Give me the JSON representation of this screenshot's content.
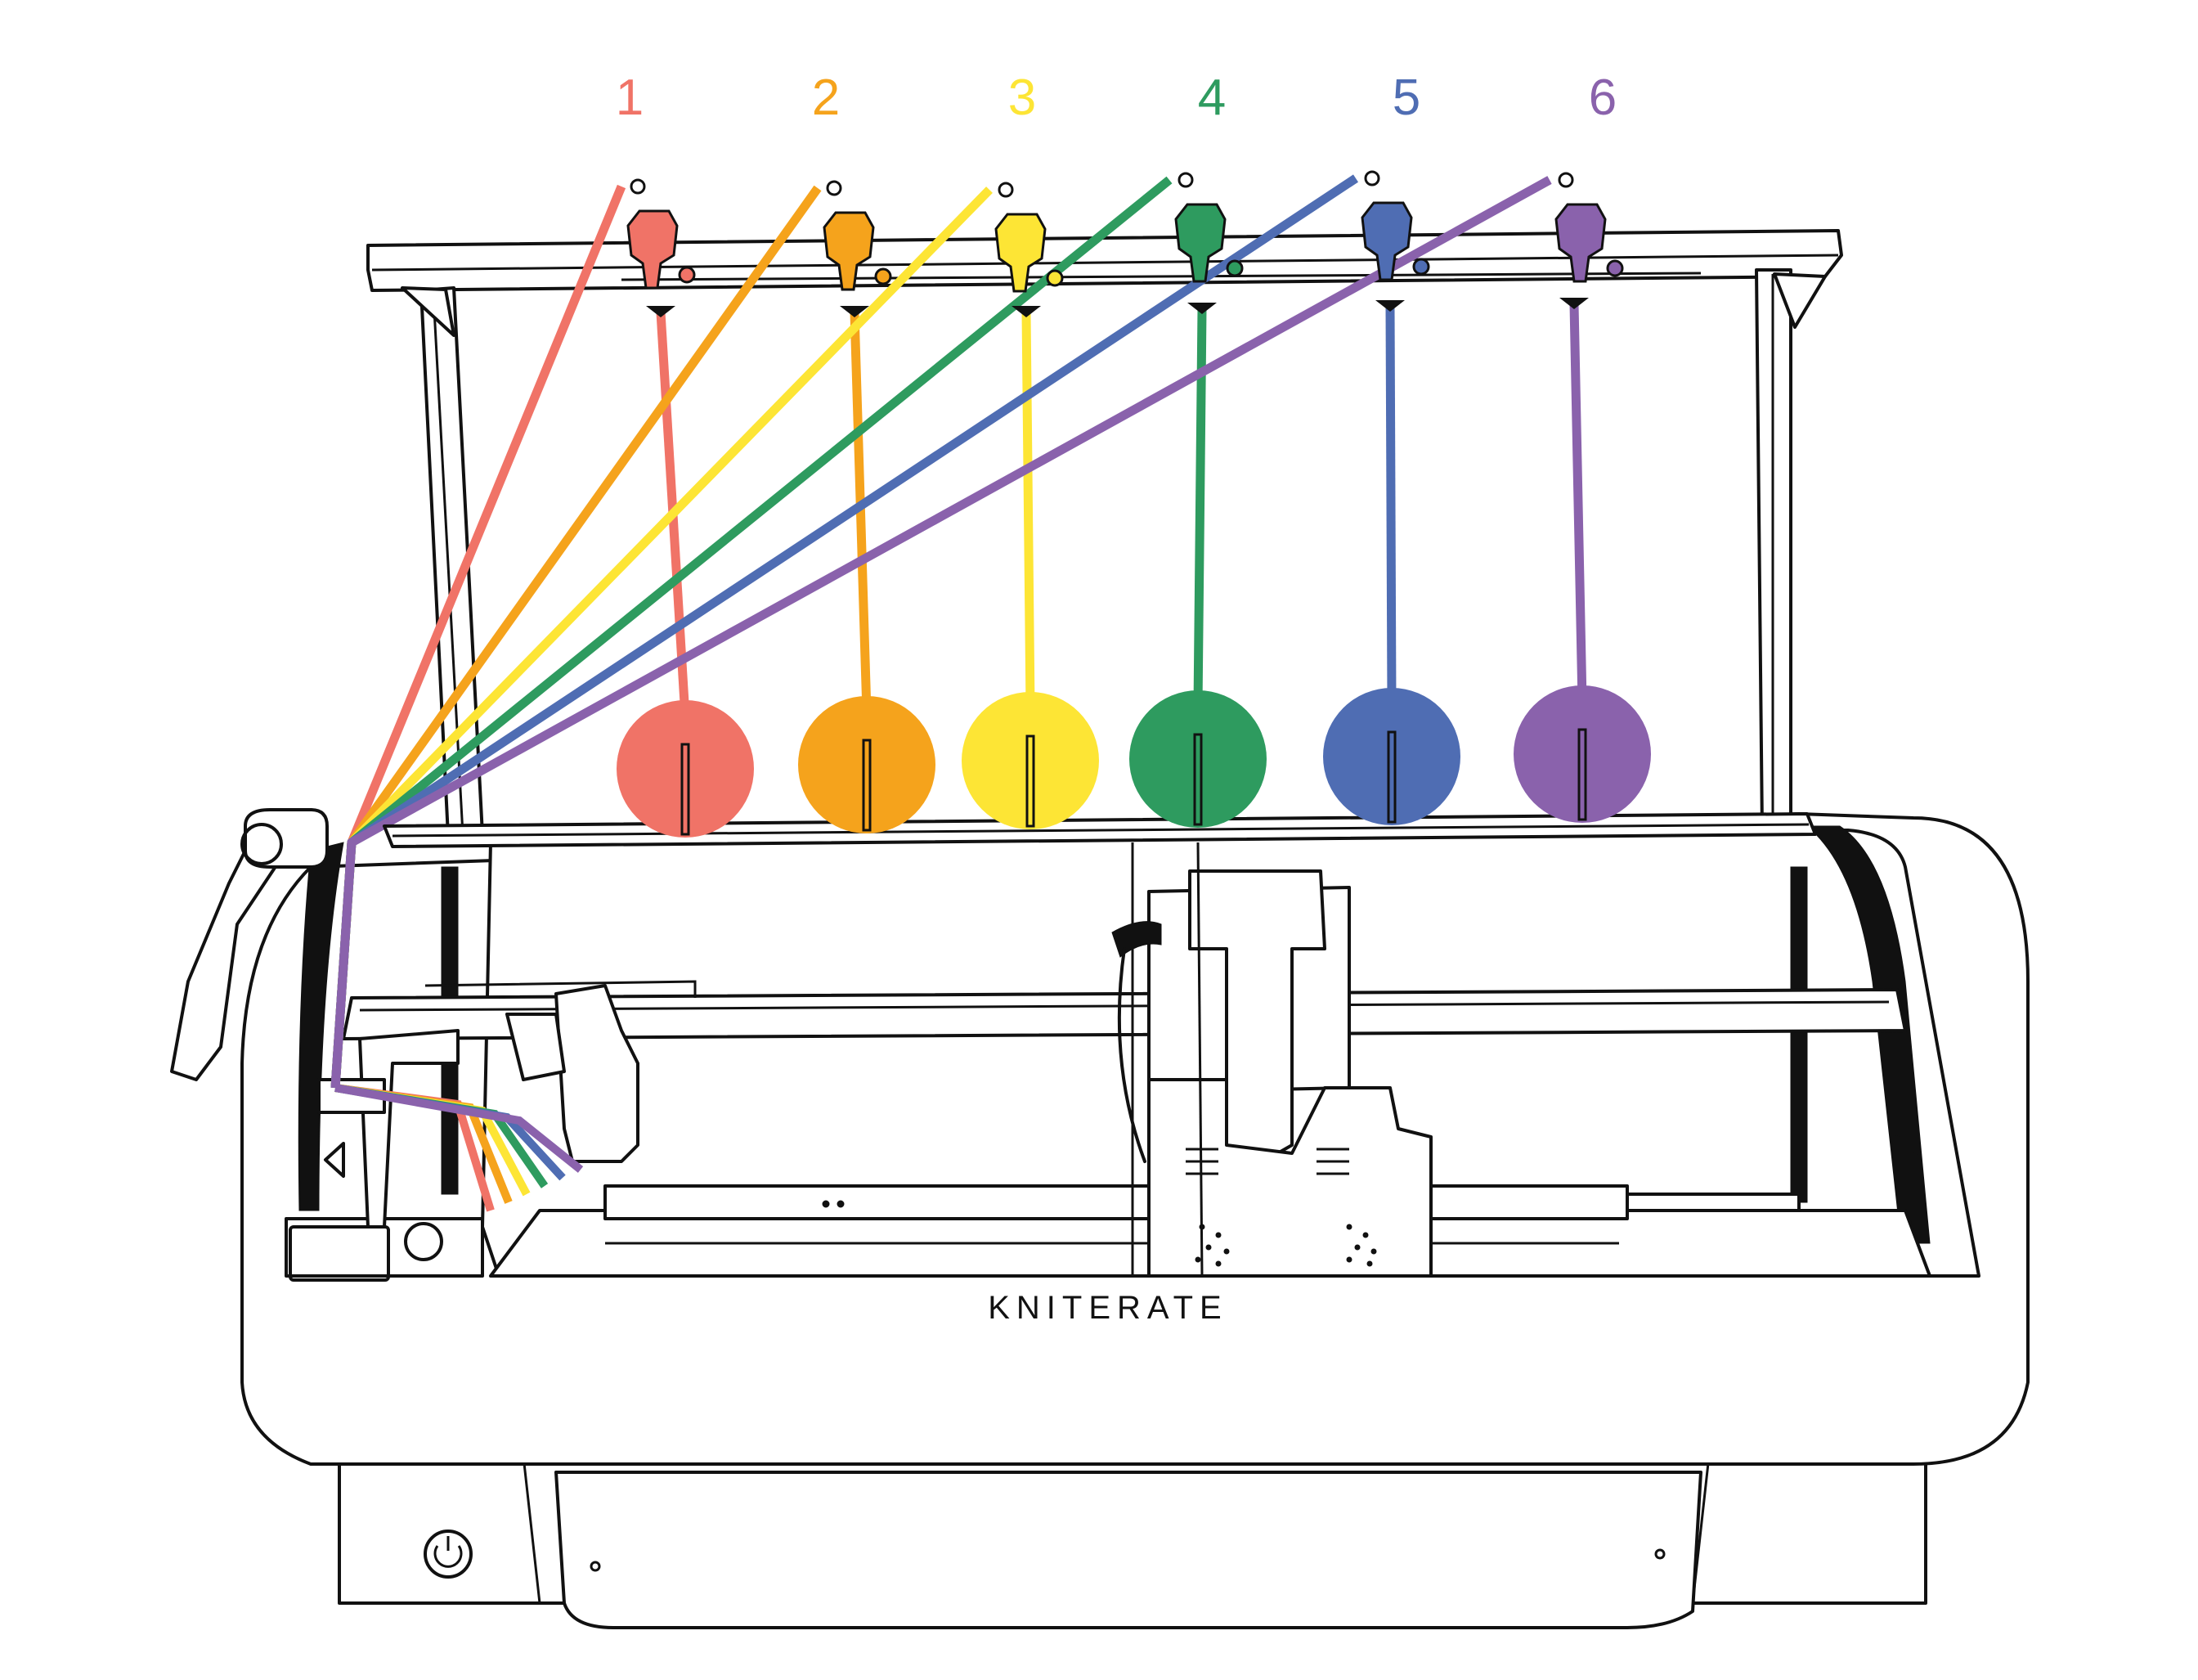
{
  "brand_label": "KNITERATE",
  "yarns": [
    {
      "number": "1",
      "color": "#f07367"
    },
    {
      "number": "2",
      "color": "#f5a31c"
    },
    {
      "number": "3",
      "color": "#fde535"
    },
    {
      "number": "4",
      "color": "#2e9b5f"
    },
    {
      "number": "5",
      "color": "#4f6db3"
    },
    {
      "number": "6",
      "color": "#8a62ac"
    }
  ]
}
